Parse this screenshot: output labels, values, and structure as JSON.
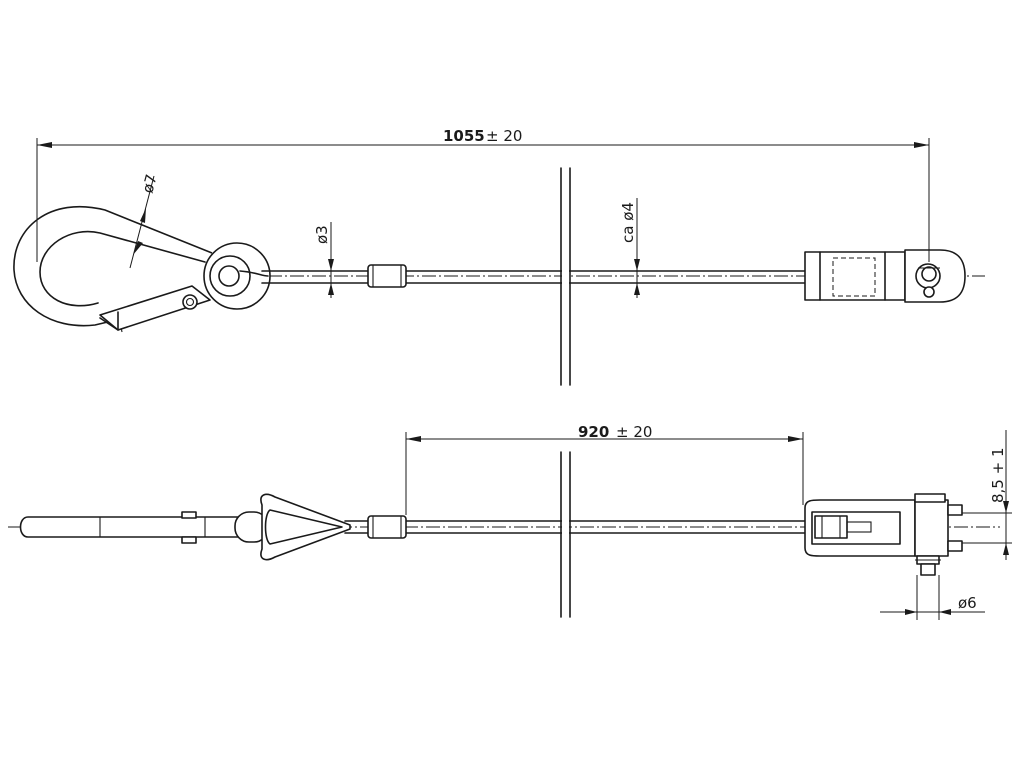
{
  "top_view": {
    "overall_length": {
      "value": "1055",
      "tolerance": "± 20"
    },
    "carabiner_dia": "ø7",
    "wire_dia": "ø3",
    "cable_dia": "ca ø4"
  },
  "bottom_view": {
    "cable_length": {
      "value": "920",
      "tolerance": "± 20"
    },
    "pin_dia": "ø6",
    "clevis_gap": "8,5 + 1"
  }
}
